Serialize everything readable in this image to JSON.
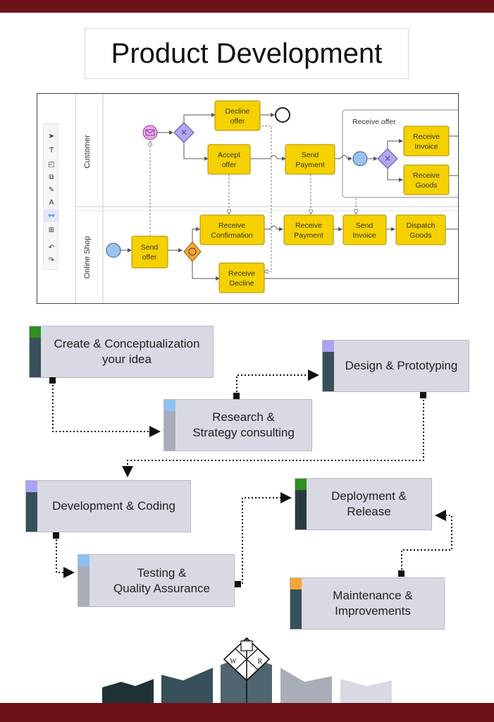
{
  "title": "Product Development",
  "colors": {
    "band": "#6e1116",
    "task_fill": "#f5d100",
    "task_border": "#b08c00",
    "step_fill": "#d9d9e3"
  },
  "bpmn": {
    "lanes": [
      "Customer",
      "Online Shop"
    ],
    "tasks": {
      "decline_offer": [
        "Decline",
        "offer"
      ],
      "accept_offer": [
        "Accept",
        "offer"
      ],
      "send_payment": [
        "Send",
        "Payment"
      ],
      "receive_invoice": [
        "Receive",
        "Invoice"
      ],
      "receive_goods": [
        "Receive",
        "Goods"
      ],
      "send_offer": [
        "Send",
        "offer"
      ],
      "receive_confirmation": [
        "Receive",
        "Confirmation"
      ],
      "receive_payment": [
        "Receive",
        "Payment"
      ],
      "send_invoice": [
        "Send",
        "Invoice"
      ],
      "dispatch_goods": [
        "Dispatch",
        "Goods"
      ],
      "receive_decline": [
        "Receive",
        "Decline"
      ]
    },
    "subprocess_label": "Receive offer",
    "toolbar_icons": [
      "pointer-icon",
      "text-icon",
      "sticky-note-icon",
      "shapes-icon",
      "pen-icon",
      "arrow-icon",
      "connector-icon",
      "add-icon",
      "undo-icon",
      "redo-icon"
    ]
  },
  "steps": [
    {
      "label": "Create & Conceptualization\nyour idea",
      "cap_color": "#2f8f1f",
      "bar_color": "#37505a"
    },
    {
      "label": "Design & Prototyping",
      "cap_color": "#a9a3f0",
      "bar_color": "#37505a"
    },
    {
      "label": "Research &\nStrategy consulting",
      "cap_color": "#8ec0f2",
      "bar_color": "#a9adb8"
    },
    {
      "label": "Development & Coding",
      "cap_color": "#a9a3f0",
      "bar_color": "#37505a"
    },
    {
      "label": "Deployment &\nRelease",
      "cap_color": "#2f8f1f",
      "bar_color": "#2a3a40"
    },
    {
      "label": "Testing &\nQuality Assurance",
      "cap_color": "#8ec0f2",
      "bar_color": "#a9adb8"
    },
    {
      "label": "Maintenance &\nImprovements",
      "cap_color": "#f0a63a",
      "bar_color": "#37505a"
    }
  ],
  "logo": {
    "letters": [
      "W",
      "R"
    ],
    "colors": [
      "#1f3236",
      "#37505a",
      "#4f6570",
      "#a9adb8",
      "#d9d9e3"
    ]
  }
}
